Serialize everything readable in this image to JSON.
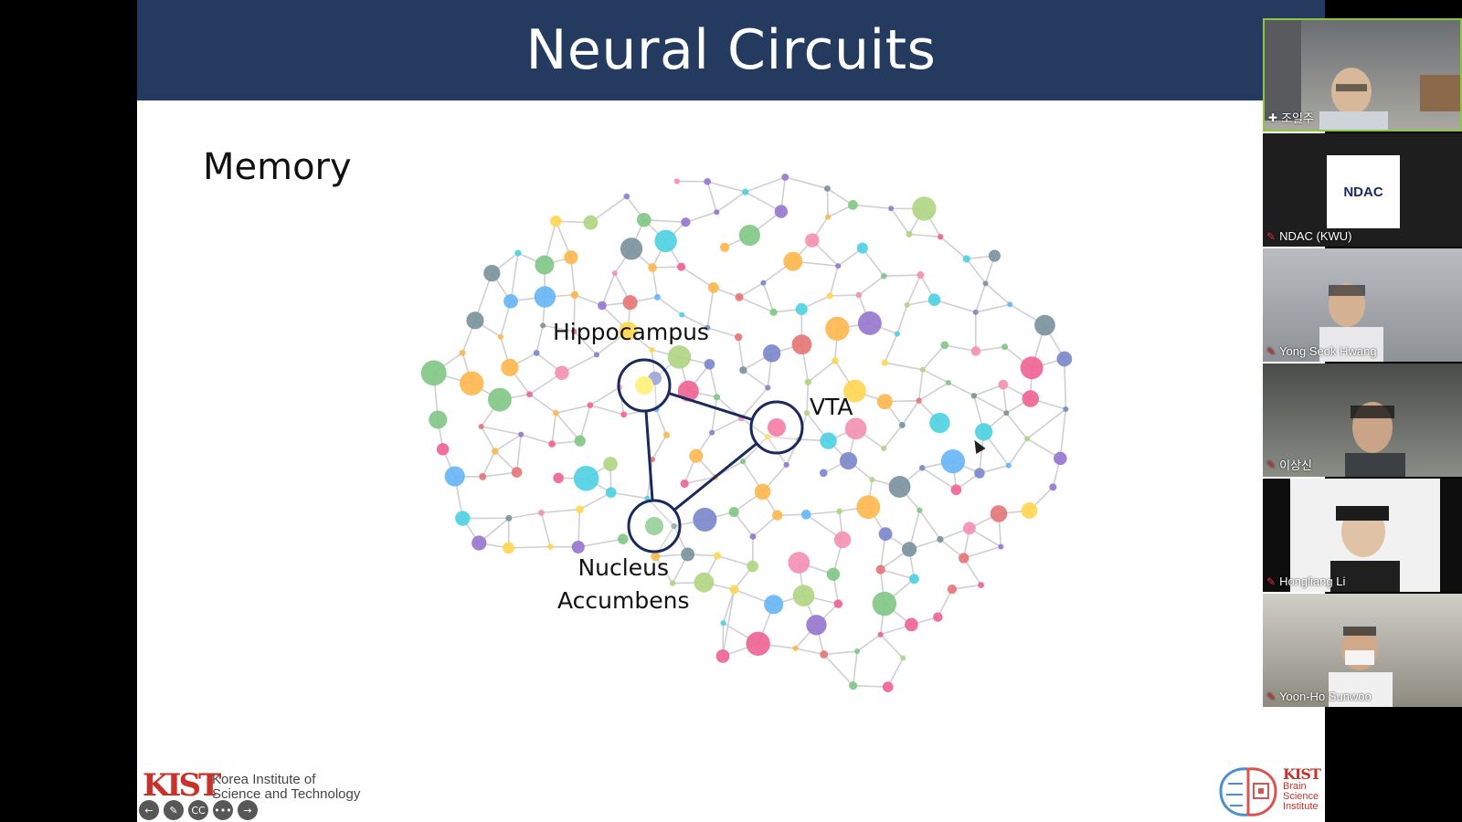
{
  "slide": {
    "title": "Neural Circuits",
    "subtitle": "Memory",
    "regions": {
      "hippocampus": "Hippocampus",
      "vta": "VTA",
      "nucleus_line1": "Nucleus",
      "nucleus_line2": "Accumbens"
    },
    "left_logo": {
      "mark": "KIST",
      "org_line1": "Korea Institute of",
      "org_line2": "Science and Technology"
    },
    "right_logo": {
      "mark": "KIST",
      "line1": "Brain",
      "line2": "Science",
      "line3": "Institute"
    },
    "colors": {
      "title_bar": "#243a5e",
      "circuit": "#1b2a5c"
    }
  },
  "presentation_controls": [
    {
      "icon": "previous-slide-icon",
      "glyph": "←"
    },
    {
      "icon": "pen-icon",
      "glyph": "✎"
    },
    {
      "icon": "captions-icon",
      "glyph": "CC"
    },
    {
      "icon": "more-icon",
      "glyph": "•••"
    },
    {
      "icon": "next-slide-icon",
      "glyph": "→"
    }
  ],
  "participants": [
    {
      "name": "조일주",
      "muted": false,
      "pinned": true,
      "active": true
    },
    {
      "name": "NDAC (KWU)",
      "muted": true,
      "pinned": false,
      "logo": "NDAC"
    },
    {
      "name": "Yong Seok Hwang",
      "muted": true,
      "pinned": false
    },
    {
      "name": "이상신",
      "muted": true,
      "pinned": false
    },
    {
      "name": "Hongliang Li",
      "muted": true,
      "pinned": false
    },
    {
      "name": "Yoon-Ho Sunwoo",
      "muted": true,
      "pinned": false
    }
  ]
}
